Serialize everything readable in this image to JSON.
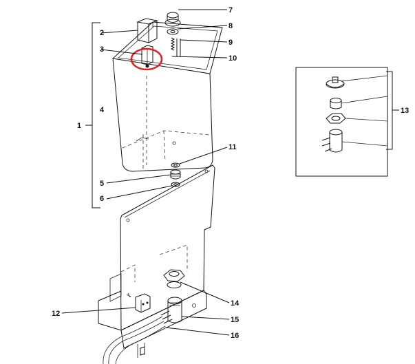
{
  "diagram": {
    "callouts": [
      "1",
      "2",
      "3",
      "4",
      "5",
      "6",
      "7",
      "8",
      "9",
      "10",
      "11",
      "12",
      "13",
      "14",
      "15",
      "16"
    ],
    "highlight_color": "#e02020",
    "line_color": "#111111"
  }
}
